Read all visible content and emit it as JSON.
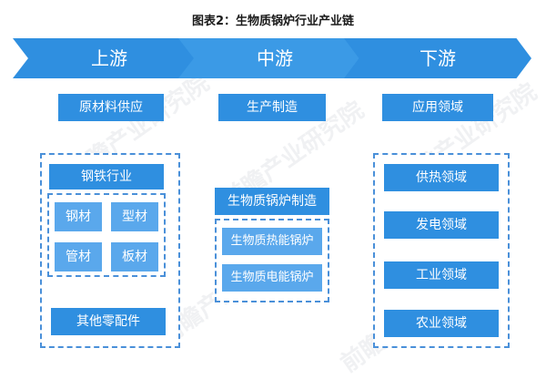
{
  "title": "图表2：生物质锅炉行业产业链",
  "stages": {
    "upstream": "上游",
    "midstream": "中游",
    "downstream": "下游"
  },
  "categories": {
    "upstream": "原材料供应",
    "midstream": "生产制造",
    "downstream": "应用领域"
  },
  "upstream": {
    "steel_header": "钢铁行业",
    "materials": [
      "钢材",
      "型材",
      "管材",
      "板材"
    ],
    "other_parts": "其他零配件"
  },
  "midstream": {
    "header": "生物质锅炉制造",
    "items": [
      "生物质热能锅炉",
      "生物质电能锅炉"
    ]
  },
  "downstream": {
    "items": [
      "供热领域",
      "发电领域",
      "工业领域",
      "农业领域"
    ]
  },
  "colors": {
    "primary": "#2f8fe0",
    "light": "#5aa8ec",
    "border": "#4a90d9"
  }
}
